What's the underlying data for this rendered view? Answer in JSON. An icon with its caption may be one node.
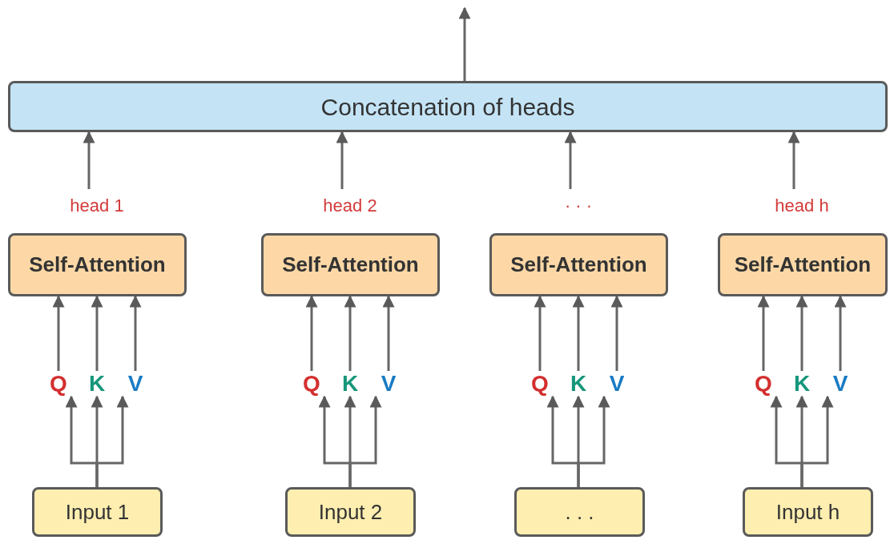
{
  "diagram": {
    "nodes": [
      {
        "text": [
          "Concatenation of heads"
        ]
      },
      {
        "text": [
          "head 1"
        ]
      },
      {
        "text": [
          "head 2"
        ]
      },
      {
        "text": [
          "· · ·"
        ]
      },
      {
        "text": [
          "head h"
        ]
      },
      {
        "text": [
          "Self-Attention"
        ]
      },
      {
        "text": [
          "Self-Attention"
        ]
      },
      {
        "text": [
          "Self-Attention"
        ]
      },
      {
        "text": [
          "Self-Attention"
        ]
      },
      {
        "text": [
          "Q"
        ]
      },
      {
        "text": [
          "K"
        ]
      },
      {
        "text": [
          "V"
        ]
      },
      {
        "text": [
          "Q"
        ]
      },
      {
        "text": [
          "K"
        ]
      },
      {
        "text": [
          "V"
        ]
      },
      {
        "text": [
          "Q"
        ]
      },
      {
        "text": [
          "K"
        ]
      },
      {
        "text": [
          "V"
        ]
      },
      {
        "text": [
          "Q"
        ]
      },
      {
        "text": [
          "K"
        ]
      },
      {
        "text": [
          "V"
        ]
      },
      {
        "text": [
          "Input 1"
        ]
      },
      {
        "text": [
          "Input 2"
        ]
      },
      {
        "text": [
          ". . ."
        ]
      },
      {
        "text": [
          "Input h"
        ]
      }
    ],
    "edges": [
      {
        "from": 0,
        "to": null,
        "arrow": "to"
      },
      {
        "from": 1,
        "to": 0,
        "arrow": "to"
      },
      {
        "from": 2,
        "to": 0,
        "arrow": "to"
      },
      {
        "from": 3,
        "to": 0,
        "arrow": "to"
      },
      {
        "from": 4,
        "to": 0,
        "arrow": "to"
      },
      {
        "from": 9,
        "to": 5,
        "arrow": "to"
      },
      {
        "from": 10,
        "to": 5,
        "arrow": "to"
      },
      {
        "from": 11,
        "to": 5,
        "arrow": "to"
      },
      {
        "from": 12,
        "to": 6,
        "arrow": "to"
      },
      {
        "from": 13,
        "to": 6,
        "arrow": "to"
      },
      {
        "from": 14,
        "to": 6,
        "arrow": "to"
      },
      {
        "from": 15,
        "to": 7,
        "arrow": "to"
      },
      {
        "from": 16,
        "to": 7,
        "arrow": "to"
      },
      {
        "from": 17,
        "to": 7,
        "arrow": "to"
      },
      {
        "from": 18,
        "to": 8,
        "arrow": "to"
      },
      {
        "from": 19,
        "to": 8,
        "arrow": "to"
      },
      {
        "from": 20,
        "to": 8,
        "arrow": "to"
      },
      {
        "from": 21,
        "to": 9,
        "arrow": "to"
      },
      {
        "from": 21,
        "to": 10,
        "arrow": "to"
      },
      {
        "from": 21,
        "to": 11,
        "arrow": "to"
      },
      {
        "from": 22,
        "to": 12,
        "arrow": "to"
      },
      {
        "from": 22,
        "to": 13,
        "arrow": "to"
      },
      {
        "from": 22,
        "to": 14,
        "arrow": "to"
      },
      {
        "from": 23,
        "to": 15,
        "arrow": "to"
      },
      {
        "from": 23,
        "to": 16,
        "arrow": "to"
      },
      {
        "from": 23,
        "to": 17,
        "arrow": "to"
      },
      {
        "from": 24,
        "to": 18,
        "arrow": "to"
      },
      {
        "from": 24,
        "to": 19,
        "arrow": "to"
      },
      {
        "from": 24,
        "to": 20,
        "arrow": "to"
      }
    ]
  }
}
